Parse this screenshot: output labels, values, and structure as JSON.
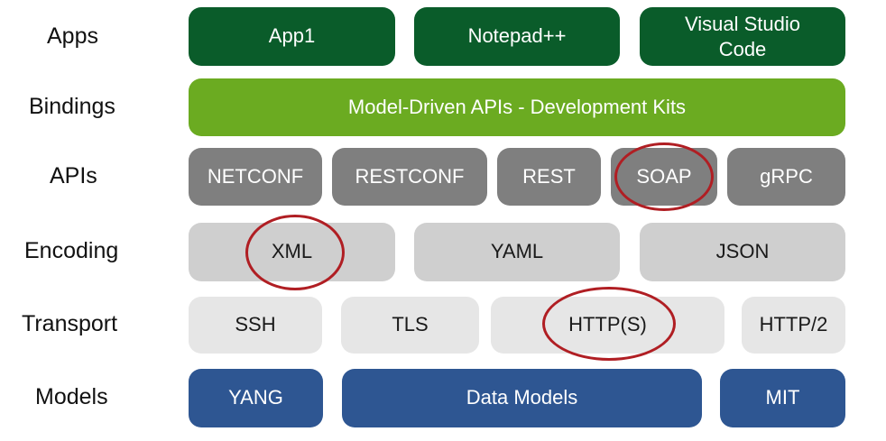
{
  "layers": {
    "apps": "Apps",
    "bindings": "Bindings",
    "apis": "APIs",
    "encoding": "Encoding",
    "transport": "Transport",
    "models": "Models"
  },
  "apps": {
    "app1": "App1",
    "notepad": "Notepad++",
    "vscode_line1": "Visual Studio",
    "vscode_line2": "Code"
  },
  "bindings": {
    "kits": "Model-Driven APIs - Development Kits"
  },
  "apis": {
    "netconf": "NETCONF",
    "restconf": "RESTCONF",
    "rest": "REST",
    "soap": "SOAP",
    "grpc": "gRPC"
  },
  "encoding": {
    "xml": "XML",
    "yaml": "YAML",
    "json": "JSON"
  },
  "transport": {
    "ssh": "SSH",
    "tls": "TLS",
    "https": "HTTP(S)",
    "http2": "HTTP/2"
  },
  "models": {
    "yang": "YANG",
    "data_models": "Data Models",
    "mit": "MIT"
  },
  "colors": {
    "apps": "#0a5c2a",
    "bindings": "#6bab21",
    "apis": "#7f7f7f",
    "encoding": "#cfcfcf",
    "transport": "#e6e6e6",
    "models": "#2e5692",
    "highlight_ring": "#b01e23"
  },
  "highlighted": [
    "SOAP",
    "XML",
    "HTTP(S)"
  ]
}
